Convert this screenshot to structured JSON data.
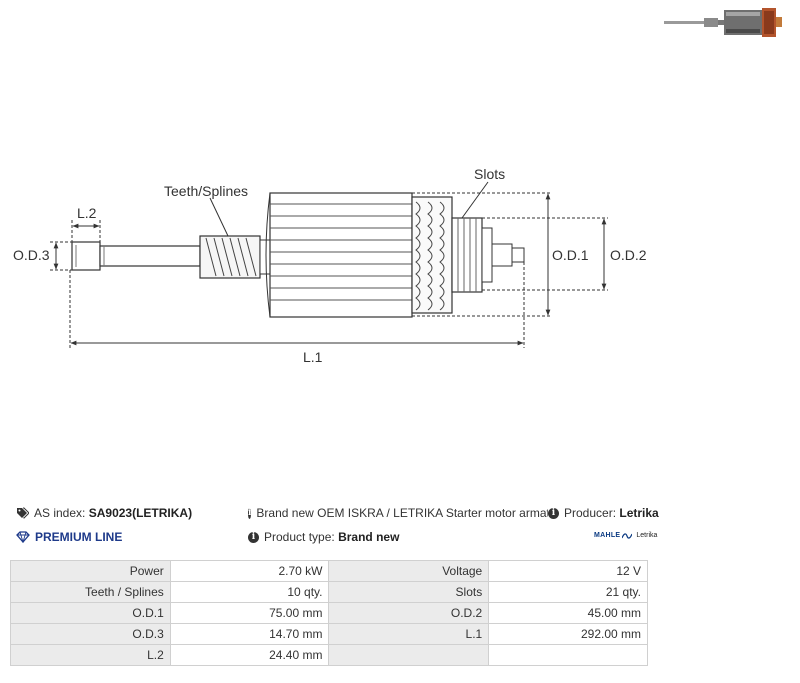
{
  "diagram": {
    "labels": {
      "teeth": "Teeth/Splines",
      "slots": "Slots",
      "od1": "O.D.1",
      "od2": "O.D.2",
      "od3": "O.D.3",
      "l1": "L.1",
      "l2": "L.2"
    }
  },
  "info": {
    "as_index_label": "AS index:",
    "as_index_value": "SA9023(LETRIKA)",
    "description": "Brand new OEM ISKRA / LETRIKA Starter motor armature",
    "producer_label": "Producer:",
    "producer_value": "Letrika",
    "premium_line": "PREMIUM LINE",
    "product_type_label": "Product type:",
    "product_type_value": "Brand new",
    "brand_logo_text_1": "MAHLE",
    "brand_logo_text_2": "Letrika"
  },
  "specs": [
    [
      "Power",
      "2.70 kW",
      "Voltage",
      "12 V"
    ],
    [
      "Teeth / Splines",
      "10 qty.",
      "Slots",
      "21 qty."
    ],
    [
      "O.D.1",
      "75.00 mm",
      "O.D.2",
      "45.00 mm"
    ],
    [
      "O.D.3",
      "14.70 mm",
      "L.1",
      "292.00 mm"
    ],
    [
      "L.2",
      "24.40 mm",
      "",
      ""
    ]
  ],
  "colors": {
    "premium": "#1e3a8a",
    "label_cell_bg": "#ebebeb",
    "copper": "#b3542c"
  }
}
